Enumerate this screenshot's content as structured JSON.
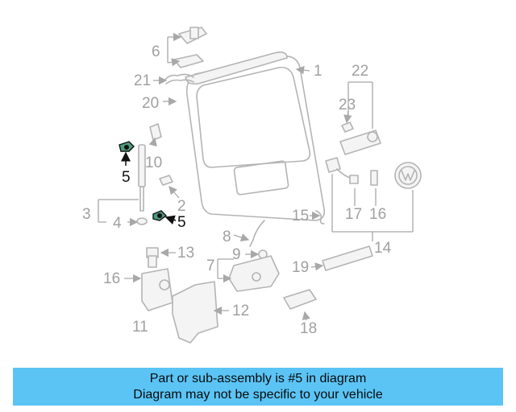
{
  "diagram": {
    "callouts": [
      "1",
      "2",
      "3",
      "4",
      "5",
      "5",
      "6",
      "7",
      "8",
      "9",
      "10",
      "11",
      "12",
      "13",
      "14",
      "15",
      "16",
      "16",
      "17",
      "18",
      "19",
      "20",
      "21",
      "22",
      "23"
    ],
    "highlighted_part": "5",
    "colors": {
      "line_art": "#b4b4b4",
      "highlight": "#111111",
      "banner": "#5bc4f5"
    }
  },
  "banner": {
    "line1": "Part or sub-assembly is #5 in diagram",
    "line2": "Diagram may not be specific to your vehicle"
  }
}
